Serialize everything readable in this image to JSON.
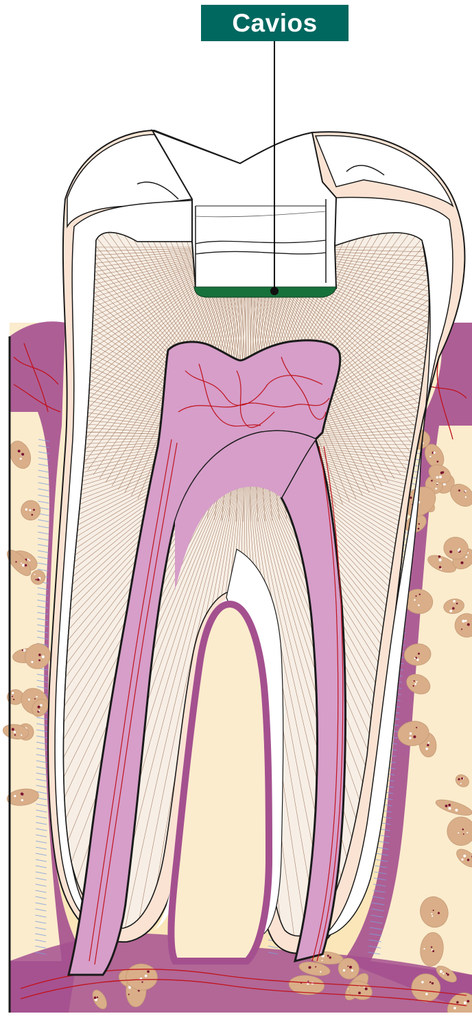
{
  "label": {
    "text": "Cavios"
  },
  "colors": {
    "label_bg": "#00685f",
    "label_text": "#ffffff",
    "enamel": "#ffffff",
    "enamel_shade": "#fbe7d6",
    "dentin_base": "#f5eee6",
    "dentin_tubules": "#8b5a3c",
    "pulp": "#d69ec9",
    "pulp_outline": "#1a1a1a",
    "vessels": "#c0121c",
    "gingiva": "#a4508f",
    "periodontal_ligament": "#8aa8e0",
    "bone_matrix": "#fbe7b7",
    "bone_trabeculae": "#d9ae88",
    "bone_marrow_dots": "#7a1230",
    "cement": "#f6d8c9",
    "filling_base": "#17713a"
  },
  "icons": [
    "tooth-cross-section",
    "pointer-dot"
  ]
}
